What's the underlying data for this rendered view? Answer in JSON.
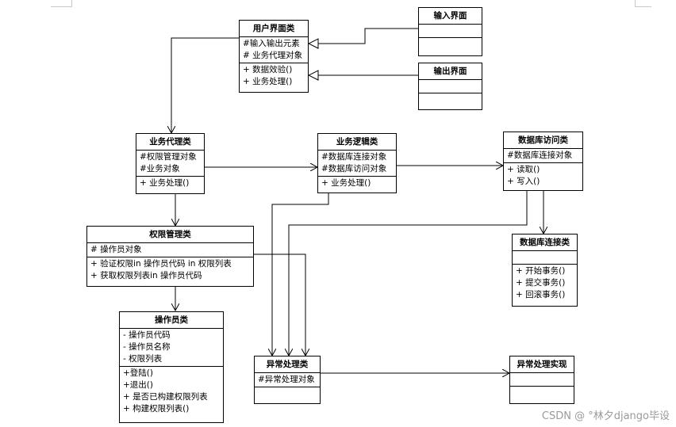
{
  "classes": {
    "user_ui": {
      "name": "用户界面类",
      "attrs": [
        "#输入输出元素",
        "# 业务代理对象"
      ],
      "ops": [
        "+ 数据效验()",
        "+ 业务处理()"
      ]
    },
    "input_ui": {
      "name": "输入界面"
    },
    "output_ui": {
      "name": "输出界面"
    },
    "biz_proxy": {
      "name": "业务代理类",
      "attrs": [
        "#权限管理对象",
        "#业务对象"
      ],
      "ops": [
        "+ 业务处理()"
      ]
    },
    "biz_logic": {
      "name": "业务逻辑类",
      "attrs": [
        "#数据库连接对象",
        "#数据库访问对象"
      ],
      "ops": [
        "+ 业务处理()"
      ]
    },
    "db_access": {
      "name": "数据库访问类",
      "attrs": [
        "#数据库连接对象"
      ],
      "ops": [
        "+ 读取()",
        "+ 写入()"
      ]
    },
    "perm_mgr": {
      "name": "权限管理类",
      "attrs": [
        "# 操作员对象"
      ],
      "ops": [
        "+ 验证权限in 操作员代码 in 权限列表",
        "+ 获取权限列表in 操作员代码"
      ]
    },
    "db_conn": {
      "name": "数据库连接类",
      "ops": [
        "+ 开始事务()",
        "+ 提交事务()",
        "+ 回滚事务()"
      ]
    },
    "operator": {
      "name": "操作员类",
      "attrs": [
        "- 操作员代码",
        "- 操作员名称",
        "- 权限列表"
      ],
      "ops": [
        "+登陆()",
        "+退出()",
        "+ 是否已构建权限列表",
        "+ 构建权限列表()"
      ]
    },
    "exception": {
      "name": "异常处理类",
      "attrs": [
        "#异常处理对象"
      ]
    },
    "exception_impl": {
      "name": "异常处理实现"
    }
  },
  "watermark": "CSDN @ °林夕django毕设"
}
